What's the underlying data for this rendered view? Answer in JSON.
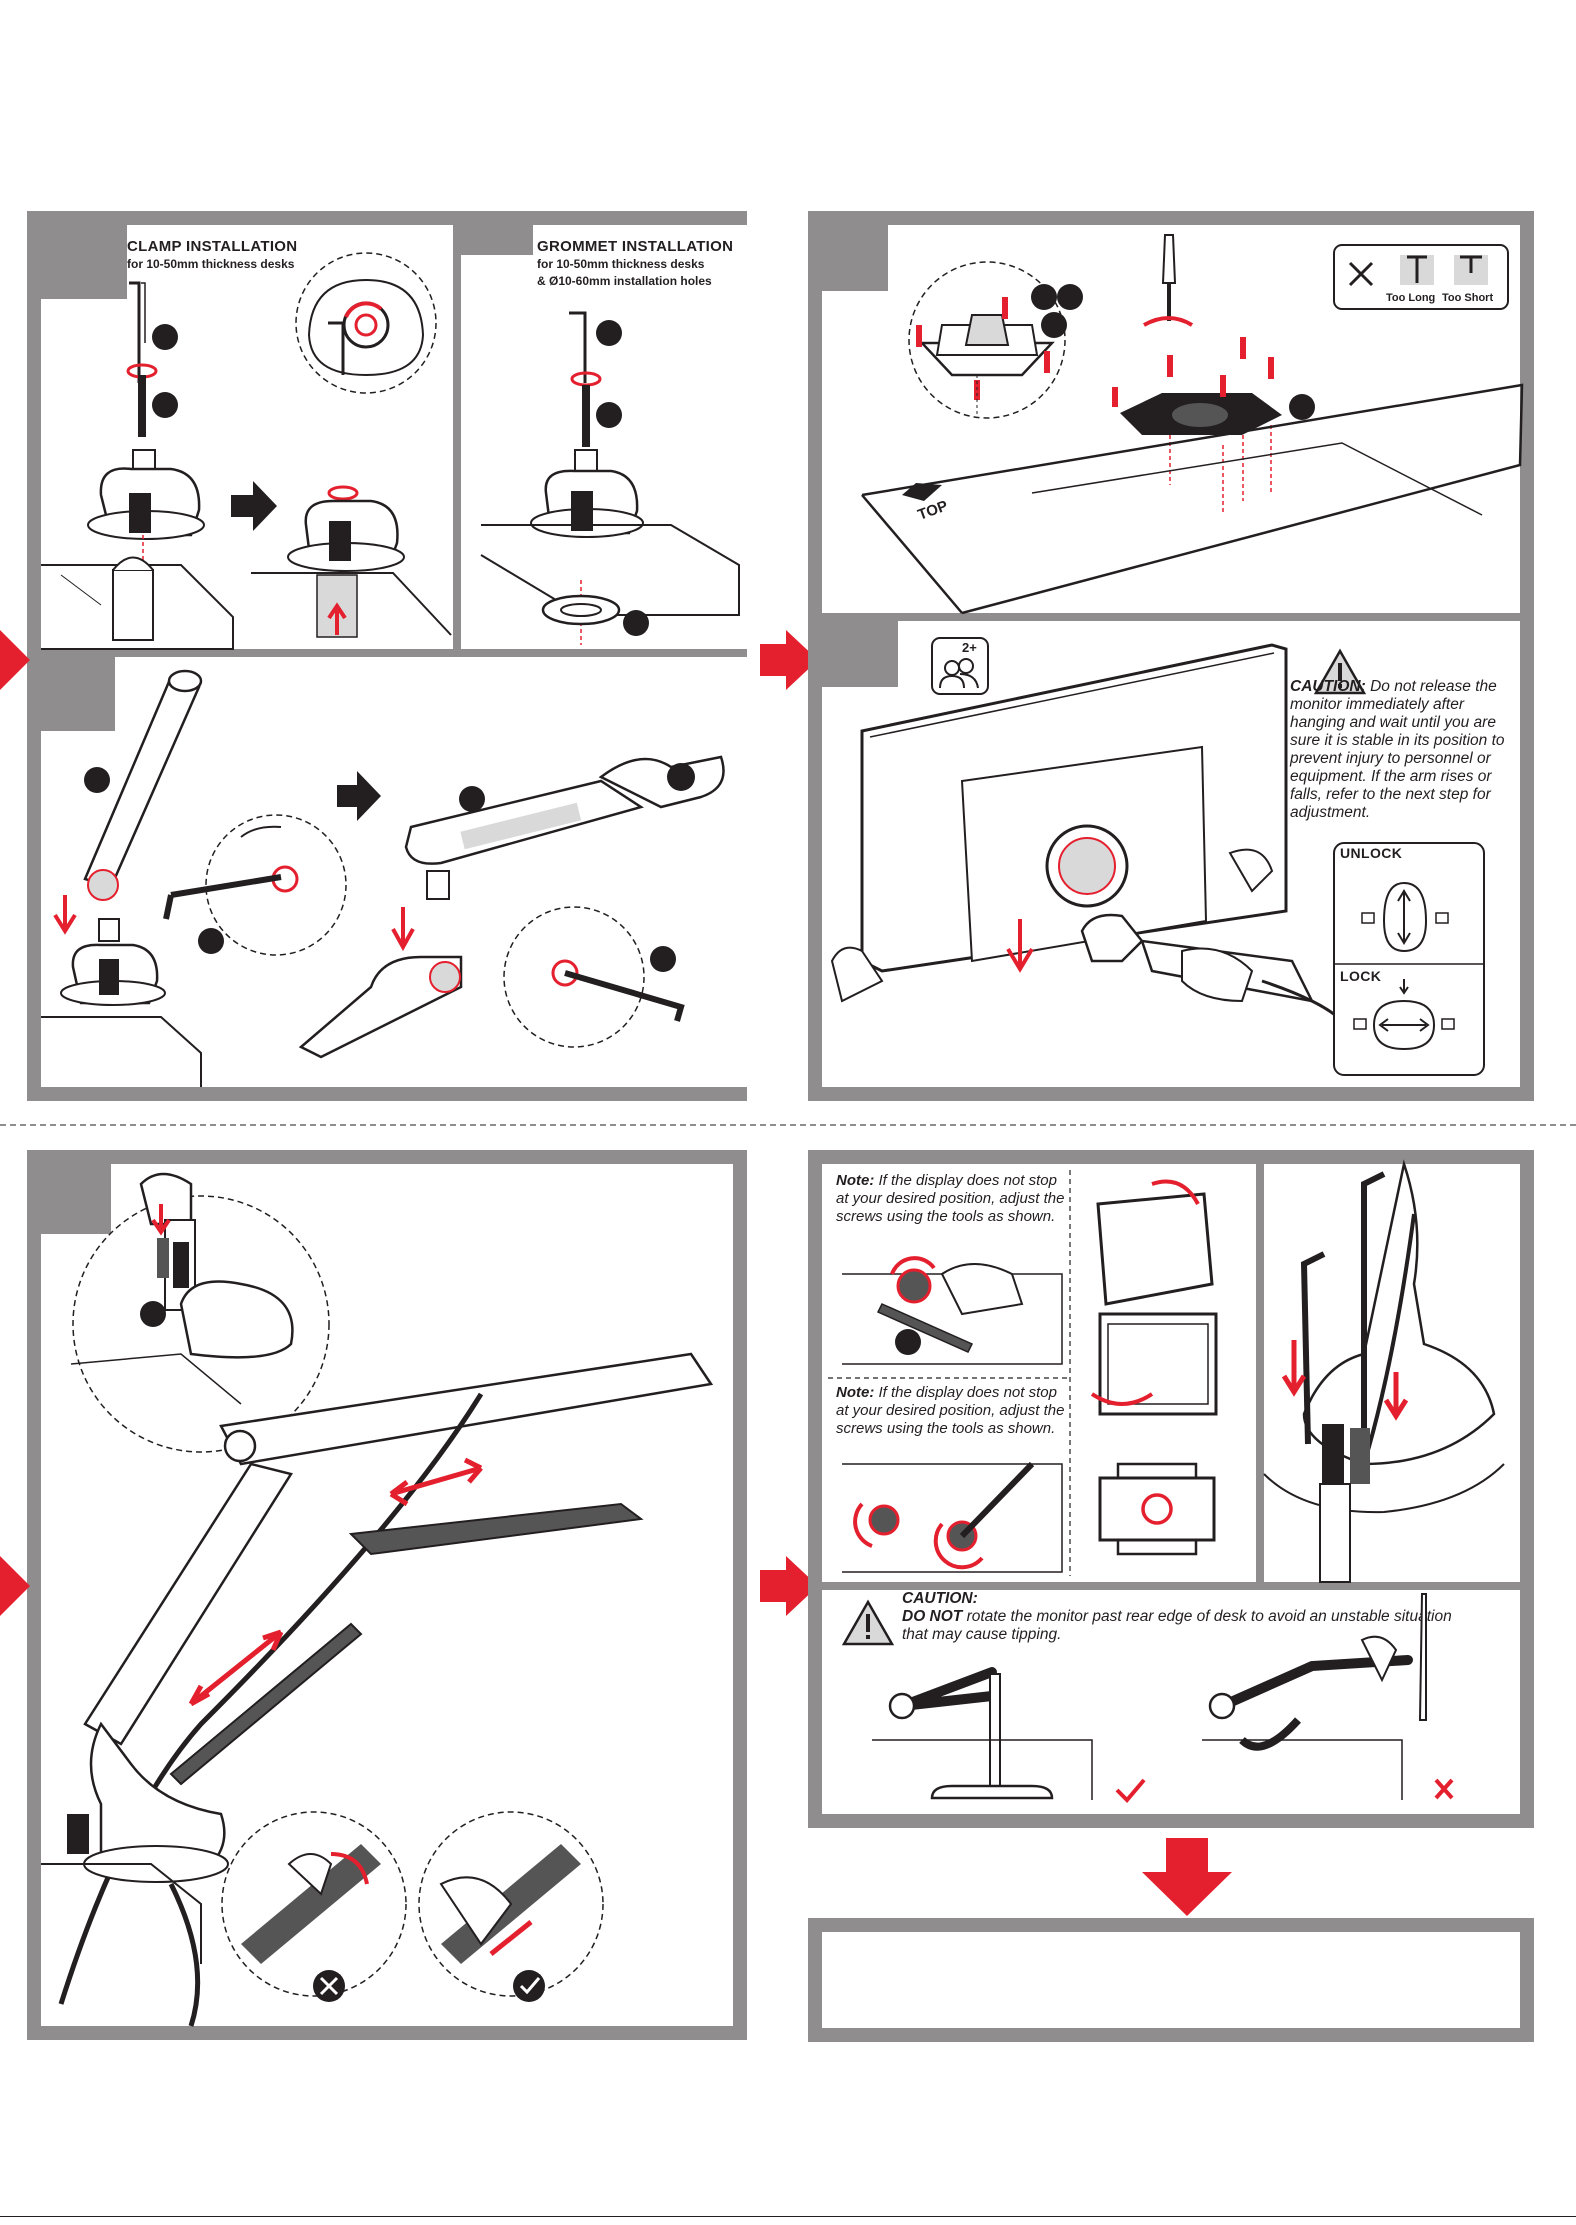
{
  "clamp": {
    "title": "CLAMP INSTALLATION",
    "subtitle": "for 10-50mm  thickness desks"
  },
  "grommet": {
    "title": "GROMMET INSTALLATION",
    "subtitle_1": "for 10-50mm  thickness desks",
    "subtitle_2": "& Ø10-60mm  installation holes"
  },
  "screws": {
    "too_long": "Too Long",
    "too_short": "Too Short"
  },
  "hang": {
    "people": "2+",
    "caution_label": "CAUTION:",
    "caution_text": " Do not release the monitor immediately after hanging and wait until you are sure it is stable in its position to prevent injury to personnel or equipment. If the arm rises or falls, refer to the next step for adjustment.",
    "unlock": "UNLOCK",
    "lock": "LOCK"
  },
  "adjust": {
    "note_label": "Note:",
    "note_text": " If the display does not stop at your desired position, adjust the screws using the tools as shown."
  },
  "tipping": {
    "caution_label": "CAUTION:",
    "do_not": "DO NOT",
    "caution_text": " rotate the monitor past rear edge of desk to avoid an unstable situation that may cause tipping."
  },
  "colors": {
    "accent": "#e4202e",
    "frame": "#8f8d8e",
    "ink": "#231f20"
  }
}
